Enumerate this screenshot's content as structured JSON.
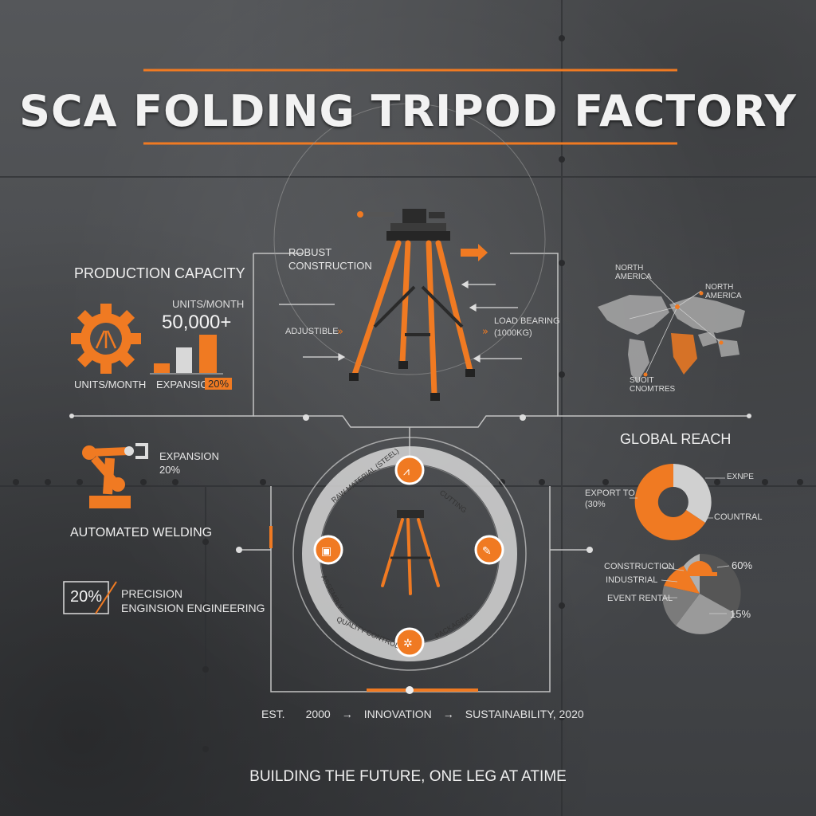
{
  "title": "SCA FOLDING TRIPOD FACTORY",
  "production": {
    "heading": "PRODUCTION CAPACITY",
    "units_label_top": "UNITS/MONTH",
    "units_value": "50,000+",
    "units_label_bottom": "UNITS/MONTH",
    "expansion_label": "EXPANSION",
    "expansion_value": "20%"
  },
  "tripod_callouts": {
    "robust": "ROBUST\nCONSTRUCTION",
    "adjustable": "ADJUSTIBLE",
    "load": "LOAD BEARING\n(1000KG)"
  },
  "map": {
    "label_na1": "NORTH\nAMERICA",
    "label_na2": "NORTH\nAMERICA",
    "label_countries": "SUOIT\nCNOMTRES"
  },
  "left_panel": {
    "expansion_label": "EXPANSION\n20%",
    "welding_label": "AUTOMATED WELDING",
    "precision_value": "20%",
    "precision_label": "PRECISION\nENGINSION ENGINEERING"
  },
  "process": {
    "seg_raw": "RAW MATERIAL (STEEL)",
    "seg_cutting": "CUTTING",
    "seg_assembly": "ASSEMBLY",
    "seg_quality": "QUALITY CONTROL",
    "seg_packaging": "PACKAGING"
  },
  "global": {
    "heading": "GLOBAL REACH",
    "export_label": "EXPORT TO\n(30%",
    "europe": "EXNPE",
    "central": "COUNTRAL",
    "construction": "CONSTRUCTION",
    "industrial": "INDUSTRIAL",
    "event": "EVENT RENTAL",
    "pct60": "60%",
    "pct15": "15%"
  },
  "timeline": {
    "est": "EST.",
    "y2000": "2000",
    "arrow1": "→",
    "innovation": "INNOVATION",
    "arrow2": "→",
    "sustain": "SUSTAINABILITY, 2020"
  },
  "footer": "BUILDING THE FUTURE, ONE LEG AT ATIME",
  "colors": {
    "accent": "#f07a22",
    "panel": "#4a4c4e",
    "line": "#b9b9b9"
  }
}
